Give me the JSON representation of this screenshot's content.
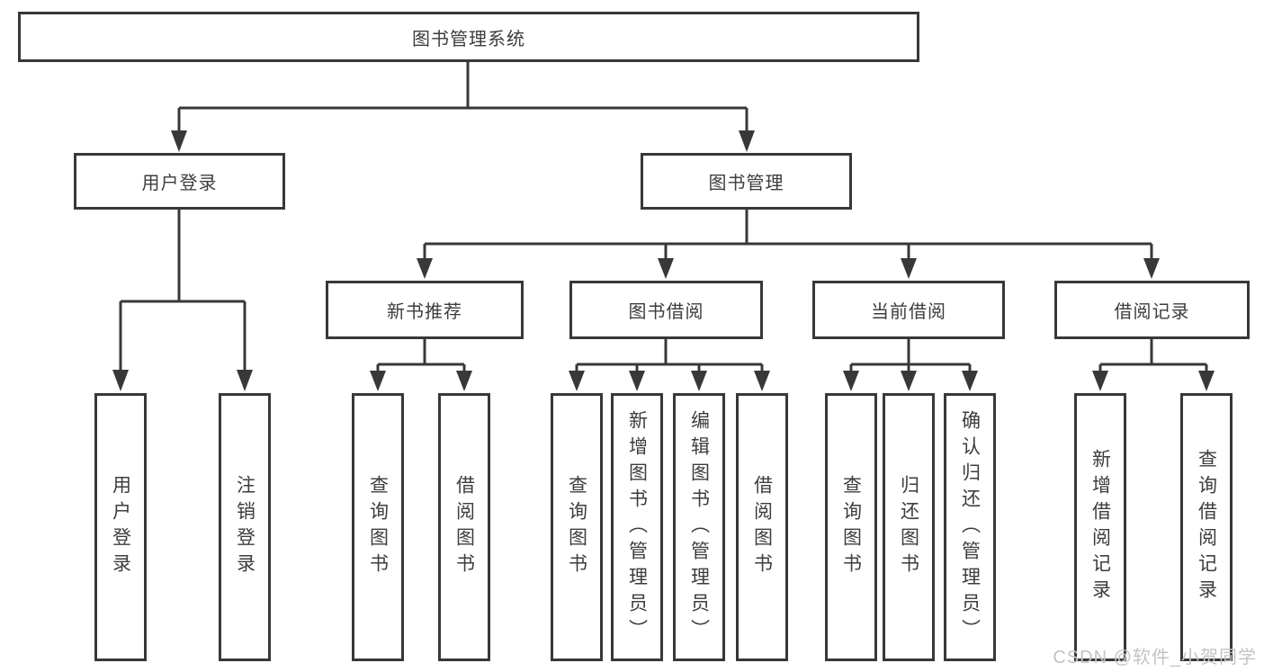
{
  "page": {
    "background": "#ffffff",
    "line_color": "#383838",
    "text_color": "#3d3d3d",
    "watermark": {
      "text": "CSDN @软件_小贺同学",
      "color": "#c3c3c3"
    }
  },
  "tree": {
    "root": {
      "label": "图书管理系统"
    },
    "level2": [
      {
        "label": "用户登录",
        "children": [
          {
            "label": "用户登录"
          },
          {
            "label": "注销登录"
          }
        ]
      },
      {
        "label": "图书管理"
      }
    ],
    "level3": [
      {
        "label": "新书推荐",
        "children": [
          {
            "label": "查询图书"
          },
          {
            "label": "借阅图书"
          }
        ]
      },
      {
        "label": "图书借阅",
        "children": [
          {
            "label": "查询图书"
          },
          {
            "label": "新增图书（管理员）"
          },
          {
            "label": "编辑图书（管理员）"
          },
          {
            "label": "借阅图书"
          }
        ]
      },
      {
        "label": "当前借阅",
        "children": [
          {
            "label": "查询图书"
          },
          {
            "label": "归还图书"
          },
          {
            "label": "确认归还（管理员）"
          }
        ]
      },
      {
        "label": "借阅记录",
        "children": [
          {
            "label": "新增借阅记录"
          },
          {
            "label": "查询借阅记录"
          }
        ]
      }
    ]
  }
}
